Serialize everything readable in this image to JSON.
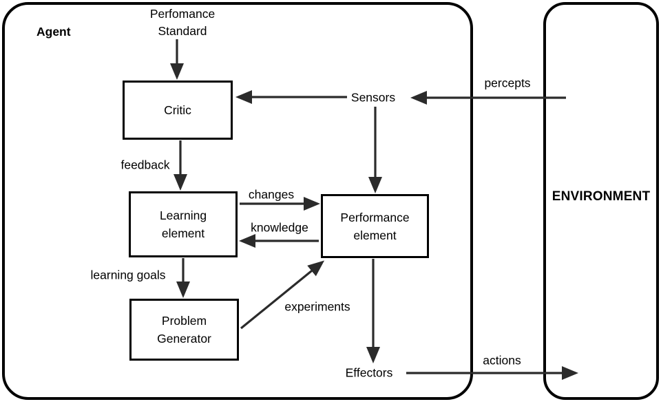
{
  "containers": {
    "agent": "Agent",
    "environment": "ENVIRONMENT"
  },
  "nodes": {
    "performance_standard": [
      "Perfomance",
      "Standard"
    ],
    "critic": [
      "Critic"
    ],
    "learning_element": [
      "Learning",
      "element"
    ],
    "performance_element": [
      "Performance",
      "element"
    ],
    "problem_generator": [
      "Problem",
      "Generator"
    ],
    "sensors": [
      "Sensors"
    ],
    "effectors": [
      "Effectors"
    ]
  },
  "edge_labels": {
    "percepts": "percepts",
    "feedback": "feedback",
    "changes": "changes",
    "knowledge": "knowledge",
    "learning_goals": "learning goals",
    "experiments": "experiments",
    "actions": "actions"
  },
  "colors": {
    "ink": "#000000",
    "arrow": "#2b2b2b",
    "background": "#ffffff"
  }
}
